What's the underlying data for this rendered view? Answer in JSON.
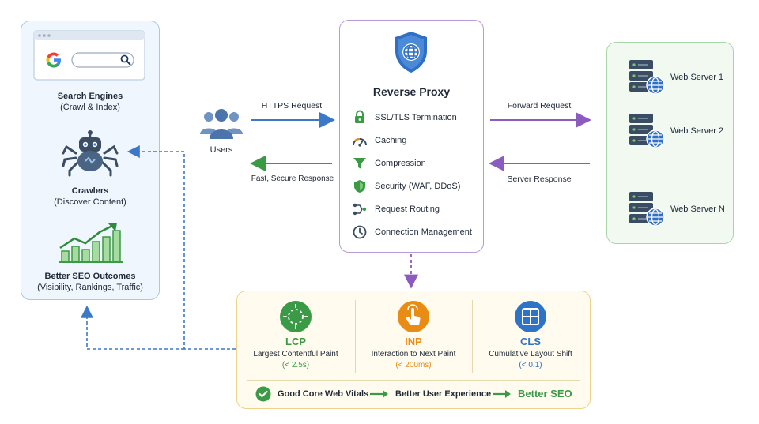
{
  "left_panel": {
    "search_engines": "Search Engines",
    "search_engines_sub": "(Crawl & Index)",
    "crawlers": "Crawlers",
    "crawlers_sub": "(Discover Content)",
    "seo_outcomes": "Better SEO Outcomes",
    "seo_outcomes_sub": "(Visibility, Rankings, Traffic)"
  },
  "users": {
    "label": "Users"
  },
  "flows": {
    "https_request": "HTTPS Request",
    "fast_secure_response": "Fast, Secure Response",
    "forward_request": "Forward Request",
    "server_response": "Server Response"
  },
  "proxy": {
    "title": "Reverse Proxy",
    "features": [
      "SSL/TLS Termination",
      "Caching",
      "Compression",
      "Security (WAF, DDoS)",
      "Request Routing",
      "Connection Management"
    ]
  },
  "servers": [
    "Web Server 1",
    "Web Server 2",
    "Web Server N"
  ],
  "vitals": {
    "metrics": [
      {
        "abbr": "LCP",
        "name": "Largest Contentful Paint",
        "threshold": "(< 2.5s)",
        "color": "#3a9a46"
      },
      {
        "abbr": "INP",
        "name": "Interaction to Next Paint",
        "threshold": "(< 200ms)",
        "color": "#e98c16"
      },
      {
        "abbr": "CLS",
        "name": "Cumulative Layout Shift",
        "threshold": "(< 0.1)",
        "color": "#2f73c7"
      }
    ],
    "footer": {
      "good": "Good Core Web Vitals",
      "experience": "Better User Experience",
      "seo": "Better SEO"
    }
  },
  "colors": {
    "blue": "#3b78c8",
    "green": "#3a9a46",
    "purple": "#8c5bbf",
    "orange": "#e98c16"
  },
  "icons": [
    "google-logo",
    "magnifier-icon",
    "spider-bot-icon",
    "bar-growth-icon",
    "users-icon",
    "shield-globe-icon",
    "lock-icon",
    "gauge-icon",
    "funnel-icon",
    "shield-icon",
    "routing-icon",
    "clock-icon",
    "server-icon",
    "globe-icon",
    "hand-pointer-icon",
    "layout-grid-icon",
    "check-circle-icon"
  ]
}
